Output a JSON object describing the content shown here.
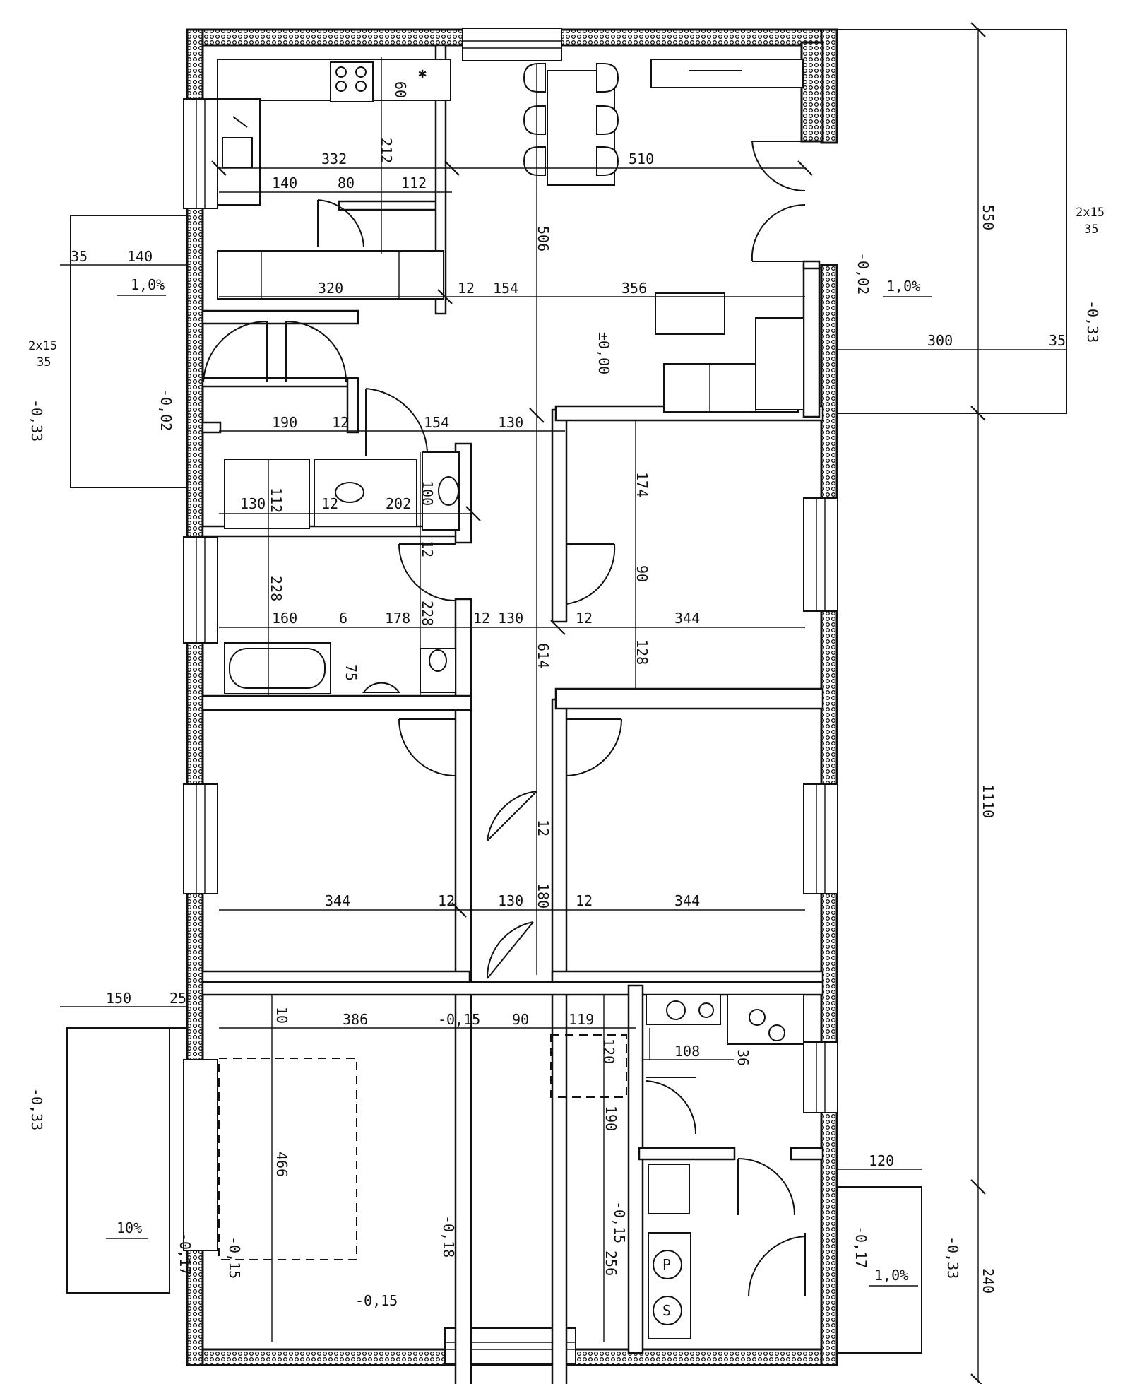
{
  "dims": {
    "d332": "332",
    "d60": "60",
    "d212": "212",
    "d140a": "140",
    "d80": "80",
    "d112a": "112",
    "d510": "510",
    "d506": "506",
    "d320": "320",
    "d12a": "12",
    "d154a": "154",
    "d356": "356",
    "d35a": "35",
    "d140b": "140",
    "d190": "190",
    "d12b": "12",
    "d154b": "154",
    "d130a": "130",
    "d174": "174",
    "d100": "100",
    "d202": "202",
    "d130b": "130",
    "d112b": "112",
    "d12c": "12",
    "d12d": "12",
    "d228a": "228",
    "d228b": "228",
    "d90a": "90",
    "d160": "160",
    "d6": "6",
    "d178": "178",
    "d12e": "12",
    "d130c": "130",
    "d12f": "12",
    "d344a": "344",
    "d614": "614",
    "d128": "128",
    "d75": "75",
    "d300": "300",
    "d35b": "35",
    "d550": "550",
    "d1110": "1110",
    "d12g": "12",
    "d180": "180",
    "d344b": "344",
    "d12h": "12",
    "d130d": "130",
    "d12i": "12",
    "d344c": "344",
    "d150": "150",
    "d25": "25",
    "d10": "10",
    "d386": "386",
    "d90b": "90",
    "d119": "119",
    "d120a": "120",
    "d108": "108",
    "d36": "36",
    "d190b": "190",
    "d466": "466",
    "d256": "256",
    "d120b": "120",
    "d240": "240"
  },
  "levels": {
    "l1": "±0,00",
    "l2": "-0,02",
    "l3": "-0,02",
    "l4": "-0,33",
    "l5": "-0,33",
    "l6": "-0,15",
    "l7": "-0,18",
    "l8": "-0,15",
    "l9": "-0,15",
    "l10": "-0,17",
    "l11": "-0,15",
    "l12": "-0,17",
    "l13": "-0,33",
    "l14": "-0,33"
  },
  "slopes": {
    "s1": "1,0%",
    "s2": "1,0%",
    "s3": "10%",
    "s4": "1,0%"
  },
  "steps": {
    "a_top": "2x15",
    "a_bot": "35",
    "b_top": "2x15",
    "b_bot": "35"
  },
  "symbols": {
    "p": "P",
    "s": "S"
  },
  "colors": {
    "ink": "#111111",
    "paper": "#ffffff"
  }
}
